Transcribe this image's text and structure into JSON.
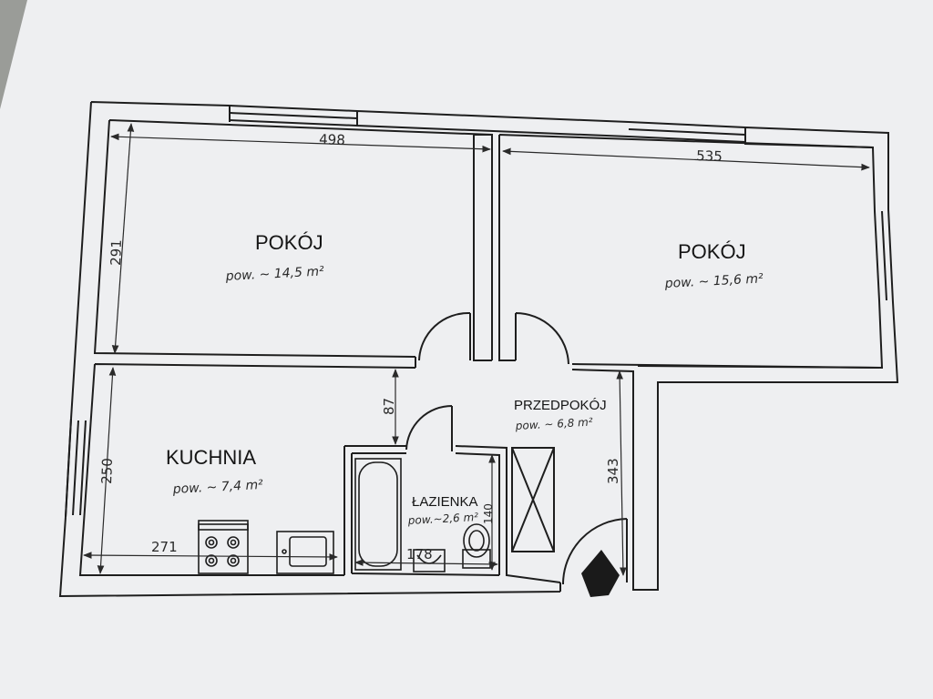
{
  "rooms": {
    "pokoj_left": {
      "name": "POKÓJ",
      "area": "pow. ~ 14,5 m²"
    },
    "pokoj_right": {
      "name": "POKÓJ",
      "area": "pow. ~ 15,6 m²"
    },
    "kuchnia": {
      "name": "KUCHNIA",
      "area": "pow. ~ 7,4 m²"
    },
    "lazienka": {
      "name": "ŁAZIENKA",
      "area": "pow.~2,6 m²"
    },
    "przedpokoj": {
      "name": "PRZEDPOKÓJ",
      "area": "pow. ~ 6,8 m²"
    }
  },
  "dimensions": {
    "left_room_width": "498",
    "right_room_width": "535",
    "left_room_depth": "291",
    "kitchen_depth": "250",
    "kitchen_width": "271",
    "corridor_gap": "87",
    "hall_depth": "343",
    "bath_width": "178",
    "bath_depth": "140"
  },
  "colors": {
    "paper": "#eeeff1",
    "ink": "#1e1e1e",
    "desk": "#9a9c98",
    "compass": "#1a1a1a"
  }
}
